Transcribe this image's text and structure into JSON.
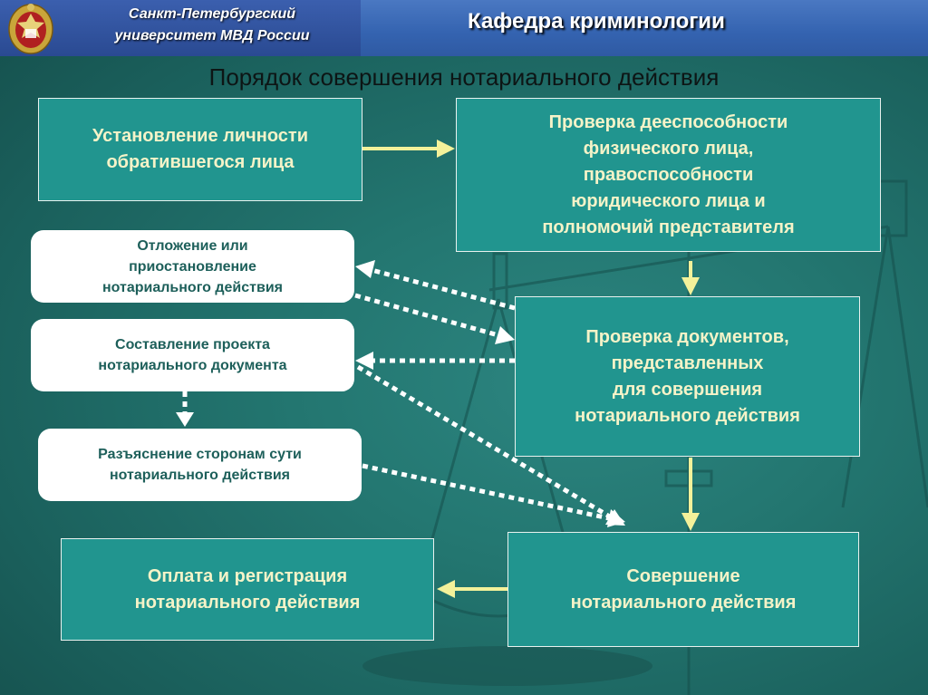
{
  "header": {
    "university_lines": [
      "Санкт-Петербургский",
      "университет МВД России"
    ],
    "department": "Кафедра криминологии",
    "emblem_icon": "police-emblem-icon",
    "left_color": "#2d4d96",
    "right_color": "#3d6cb8"
  },
  "title": "Порядок совершения нотариального действия",
  "boxes": {
    "identity": [
      "Установление личности",
      "обратившегося лица"
    ],
    "capacity": [
      "Проверка дееспособности",
      "физического лица,",
      "правоспособности",
      "юридического лица и",
      "полномочий представителя"
    ],
    "documents": [
      "Проверка документов,",
      "представленных",
      "для совершения",
      "нотариального действия"
    ],
    "execution": [
      "Совершение",
      "нотариального действия"
    ],
    "payment": [
      "Оплата и регистрация",
      "нотариального действия"
    ]
  },
  "side_boxes": {
    "postponement": [
      "Отложение или",
      "приостановление",
      "нотариального действия"
    ],
    "draft": [
      "Составление проекта",
      "нотариального документа"
    ],
    "explanation": [
      "Разъяснение сторонам сути",
      "нотариального действия"
    ]
  },
  "colors": {
    "box_fill": "#21958f",
    "box_text": "#f5f3c8",
    "side_text": "#1d5f5a",
    "arrow": "#f3f19a"
  }
}
